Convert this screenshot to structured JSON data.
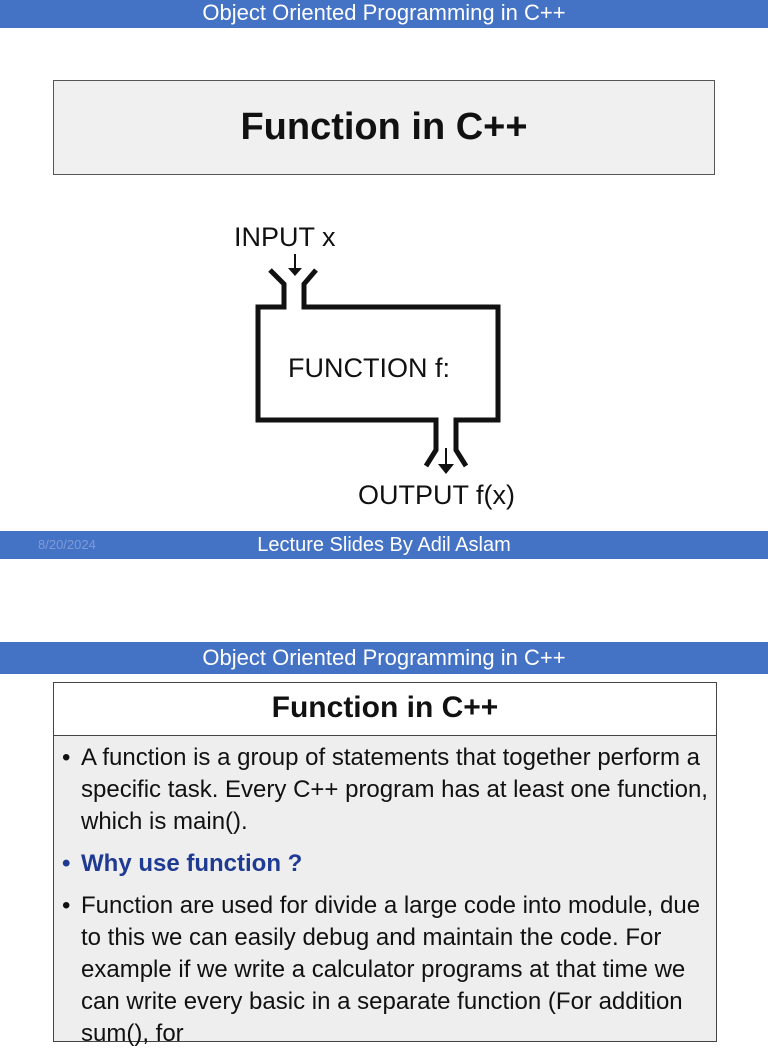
{
  "slide1": {
    "header": "Object Oriented Programming in C++",
    "title": "Function in C++",
    "diagram": {
      "input_label": "INPUT x",
      "function_label": "FUNCTION f:",
      "output_label": "OUTPUT f(x)"
    },
    "footer": {
      "date": "8/20/2024",
      "credit": "Lecture Slides By Adil Aslam"
    }
  },
  "slide2": {
    "header": "Object Oriented Programming in C++",
    "title": "Function in C++",
    "bullets": [
      "A function is a group of statements that together perform a specific task. Every C++ program has at least one function, which is main().",
      "Why use function ?",
      "Function are used for divide a large code into module, due to this we can easily debug and maintain the code. For example if we write a calculator programs at that time we can write every basic in a separate function (For addition sum(), for"
    ]
  },
  "colors": {
    "band": "#4472c4",
    "emphasis": "#1f3a93"
  }
}
